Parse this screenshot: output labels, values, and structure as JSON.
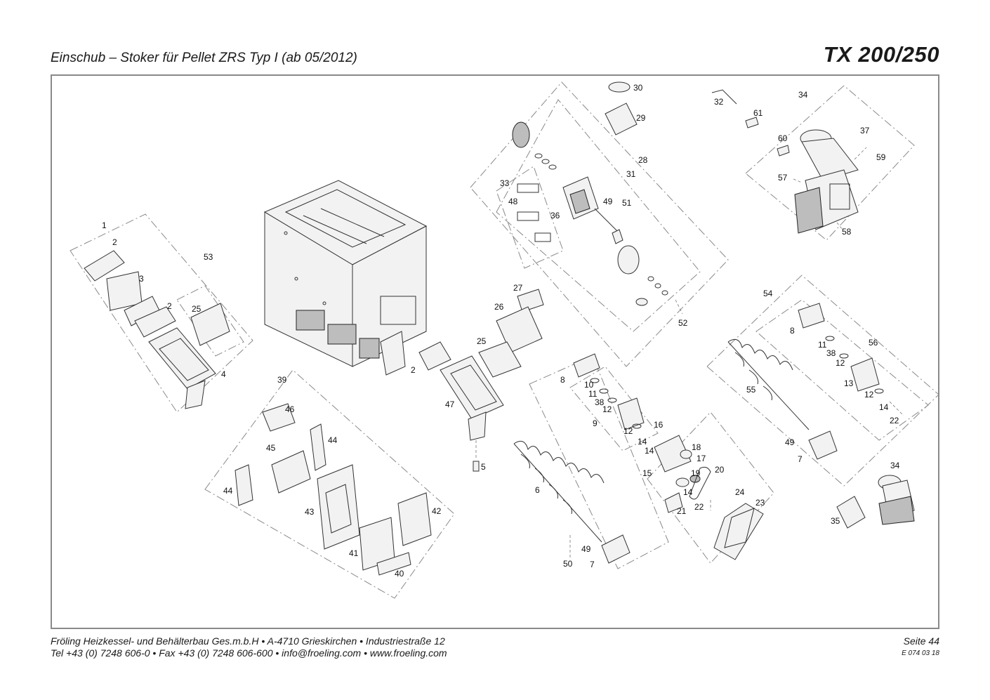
{
  "header": {
    "title": "Einschub – Stoker für Pellet ZRS Typ I (ab 05/2012)",
    "model": "TX 200/250"
  },
  "footer": {
    "line1": "Fröling Heizkessel- und Behälterbau Ges.m.b.H  •  A-4710 Grieskirchen  •  Industriestraße 12",
    "line2": "Tel +43 (0) 7248 606-0  •  Fax +43 (0) 7248 606-600  •  info@froeling.com  •  www.froeling.com",
    "page": "Seite 44",
    "doc_code": "E 074 03 18"
  },
  "callouts": {
    "c1": "1",
    "c2a": "2",
    "c3": "3",
    "c2b": "2",
    "c25a": "25",
    "c4": "4",
    "c53": "53",
    "c27": "27",
    "c26": "26",
    "c25b": "25",
    "c2c": "2",
    "c47": "47",
    "c5": "5",
    "c6": "6",
    "c49a": "49",
    "c50": "50",
    "c7a": "7",
    "c30": "30",
    "c29": "29",
    "c28": "28",
    "c31": "31",
    "c33": "33",
    "c48": "48",
    "c36": "36",
    "c49b": "49",
    "c51": "51",
    "c52": "52",
    "c32": "32",
    "c61": "61",
    "c34a": "34",
    "c60": "60",
    "c37": "37",
    "c59": "59",
    "c57": "57",
    "c58": "58",
    "c54": "54",
    "c8a": "8",
    "c11a": "11",
    "c38a": "38",
    "c56": "56",
    "c12a": "12",
    "c13": "13",
    "c12b": "12",
    "c14a": "14",
    "c22a": "22",
    "c55": "55",
    "c49c": "49",
    "c7b": "7",
    "c8b": "8",
    "c10": "10",
    "c11b": "11",
    "c38b": "38",
    "c12c": "12",
    "c9": "9",
    "c12d": "12",
    "c16": "16",
    "c14b": "14",
    "c14c": "14",
    "c18": "18",
    "c15": "15",
    "c17": "17",
    "c20": "20",
    "c19": "19",
    "c14d": "14",
    "c21": "21",
    "c22b": "22",
    "c24": "24",
    "c23": "23",
    "c34b": "34",
    "c35": "35",
    "c39": "39",
    "c46": "46",
    "c44a": "44",
    "c45": "45",
    "c44b": "44",
    "c43": "43",
    "c42": "42",
    "c41": "41",
    "c40": "40"
  }
}
